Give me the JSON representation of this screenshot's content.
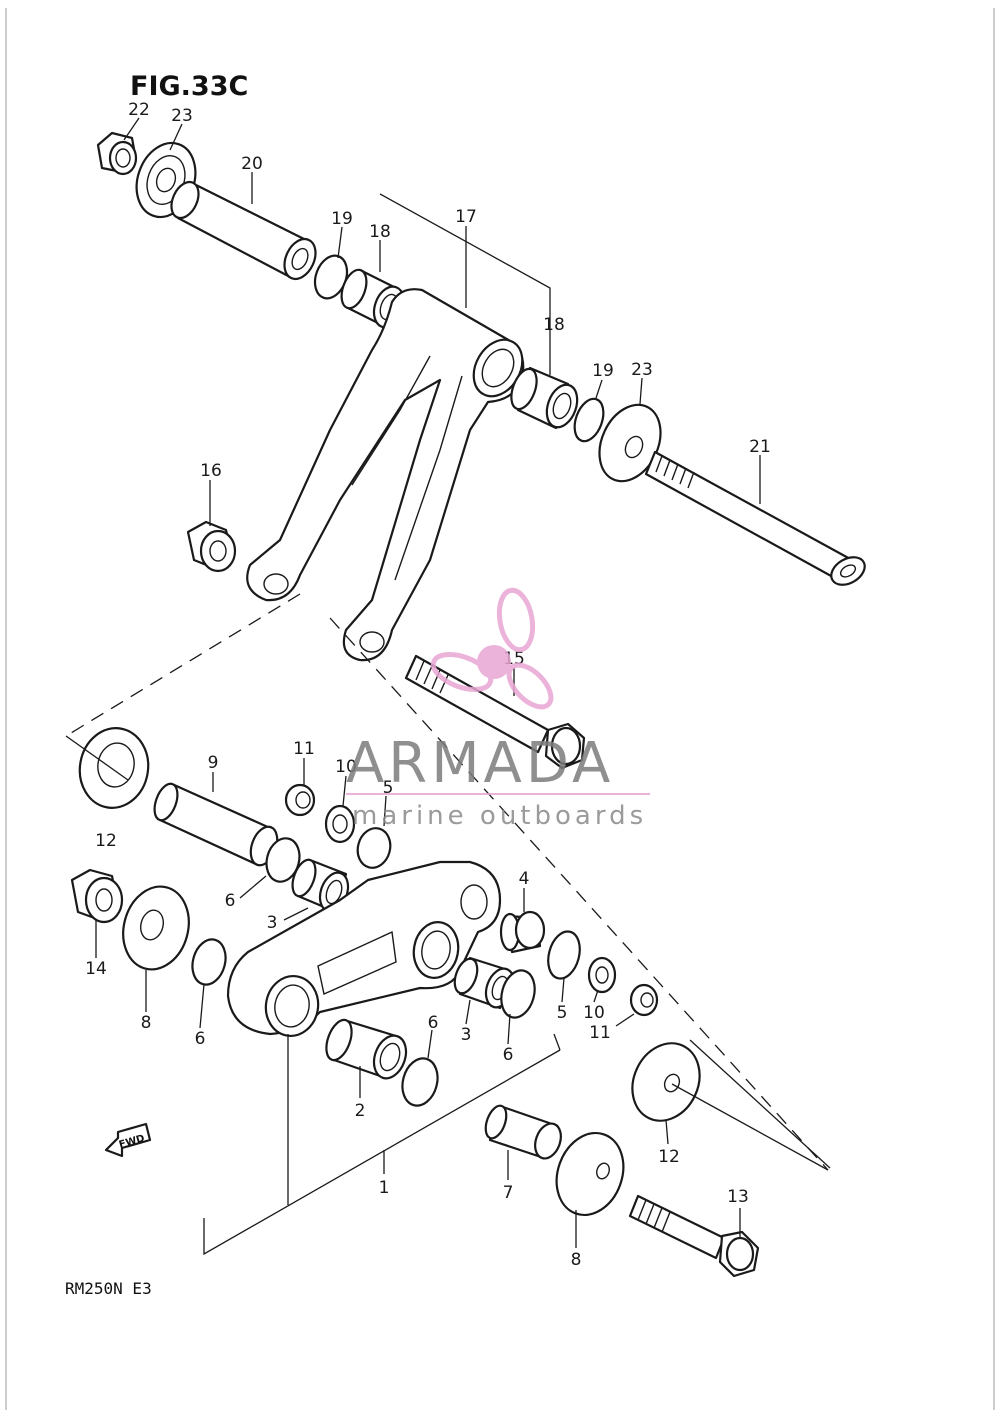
{
  "figure": {
    "title": "FIG.33C",
    "model_code": "RM250N  E3"
  },
  "watermark": {
    "brand": "ARMADA",
    "tagline": "marine outboards",
    "logo_icon": "propeller-icon",
    "logo_color": "#e9a6d4",
    "text_color": "#7c7c7c"
  },
  "direction_badge": {
    "label": "FWD",
    "icon": "forward-arrow-icon"
  },
  "callouts": [
    "22",
    "23",
    "20",
    "19",
    "18",
    "17",
    "18",
    "19",
    "23",
    "21",
    "16",
    "15",
    "12",
    "9",
    "11",
    "10",
    "5",
    "6",
    "3",
    "4",
    "14",
    "8",
    "6",
    "3",
    "6",
    "5",
    "10",
    "11",
    "6",
    "2",
    "12",
    "7",
    "1",
    "8",
    "13"
  ]
}
